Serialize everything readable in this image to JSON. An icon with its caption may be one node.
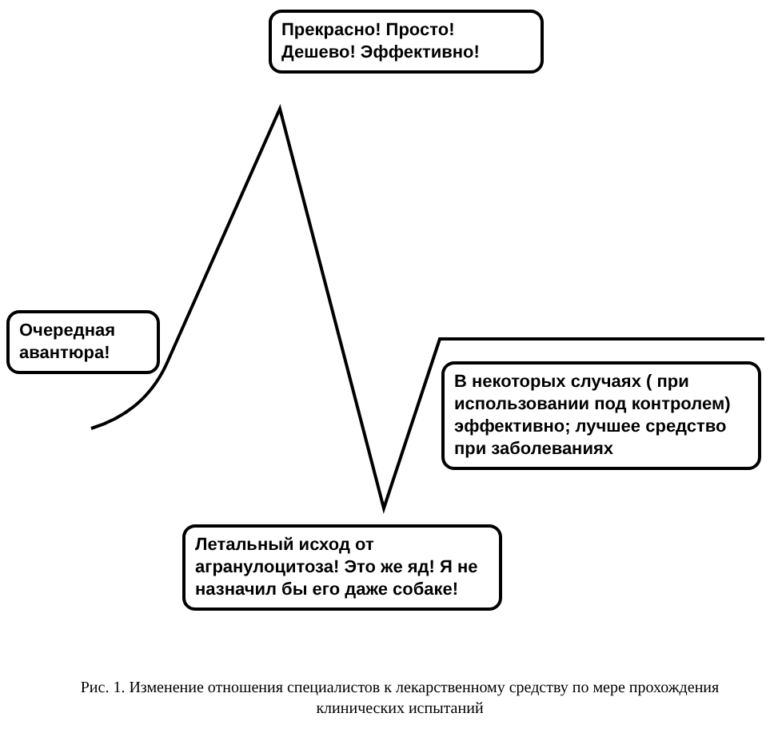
{
  "diagram": {
    "caption": "Рис. 1. Изменение отношения специалистов к лекарственному средству по мере прохождения клинических испытаний",
    "nodes": [
      {
        "text": [
          "Прекрасно! Просто! Дешево! Эффективно!"
        ]
      },
      {
        "text": [
          "Очередная авантюра!"
        ]
      },
      {
        "text": [
          "В некоторых случаях ( при использовании под контролем) эффективно; лучшее средство при заболеваниях"
        ]
      },
      {
        "text": [
          "Летальный исход от агранулоцитоза! Это же яд! Я не назначил бы его даже собаке!"
        ]
      }
    ],
    "edges": []
  }
}
